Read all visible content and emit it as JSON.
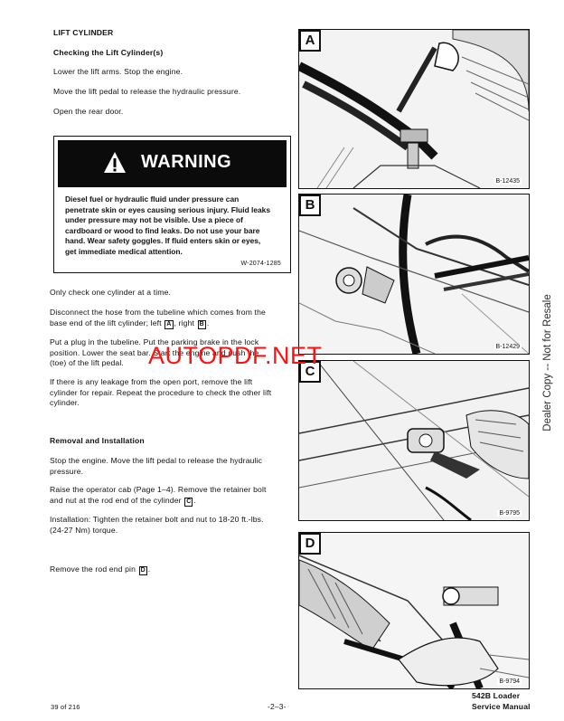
{
  "section_title": "LIFT CYLINDER",
  "checking": {
    "heading": "Checking the Lift Cylinder(s)",
    "p1": "Lower the lift arms. Stop the engine.",
    "p2": "Move the lift pedal to release the hydraulic pressure.",
    "p3": "Open the rear door."
  },
  "warning": {
    "word": "WARNING",
    "lines": [
      "Diesel fuel or hydraulic fluid under pressure can",
      "penetrate skin or eyes causing serious injury. Fluid leaks",
      "under pressure may not be visible. Use a piece of",
      "cardboard or wood to find leaks. Do not use your bare",
      "hand. Wear safety goggles. If fluid enters skin or eyes,",
      "get immediate medical attention."
    ],
    "code": "W-2074-1285"
  },
  "steps": {
    "s1": "Only check one cylinder at a time.",
    "s2_l1": "Disconnect the hose from the tubeline which comes from the",
    "s2_l2_pre": "base end of the lift cylinder; left",
    "s2_key1": "A",
    "s2_mid": ", right",
    "s2_key2": "B",
    "s2_end": ".",
    "s3_l1": "Put a plug in the tubeline. Put the parking brake in the lock",
    "s3_l2": "position. Lower the seat bar. Start the engine and push the",
    "s3_l3": "(toe) of the lift pedal.",
    "s4_l1": "If there is any leakage from the open port, remove the lift",
    "s4_l2": "cylinder for repair. Repeat the procedure to check the other lift",
    "s4_l3": "cylinder."
  },
  "removal": {
    "heading": "Removal and Installation",
    "p1_l1": "Stop the engine. Move the lift pedal to release the hydraulic",
    "p1_l2": "pressure.",
    "p2_l1": "Raise the operator cab (Page 1–4). Remove the retainer bolt",
    "p2_l2_pre": "and nut at the rod end of the cylinder",
    "p2_key": "C",
    "p2_end": ".",
    "p3_l1": "Installation: Tighten the retainer bolt and nut to 18-20 ft.-lbs.",
    "p3_l2": "(24-27 Nm) torque.",
    "p4_pre": "Remove the rod end pin",
    "p4_key": "D",
    "p4_end": "."
  },
  "figures": [
    {
      "letter": "A",
      "code": "B-12435"
    },
    {
      "letter": "B",
      "code": "B-12429"
    },
    {
      "letter": "C",
      "code": "B-9795"
    },
    {
      "letter": "D",
      "code": "B-9794"
    }
  ],
  "side_text": "Dealer Copy -- Not for Resale",
  "watermark": "AUTOPDF.NET",
  "footer": {
    "page_count": "39 of 216",
    "page_number": "-2–3-",
    "model": "542B Loader",
    "manual": "Service Manual"
  }
}
